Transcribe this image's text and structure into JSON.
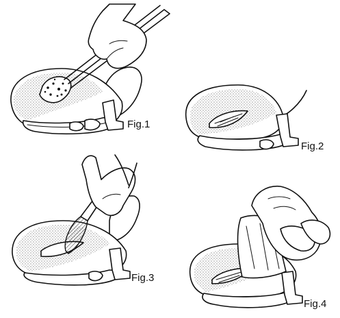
{
  "figures": [
    {
      "label": "Fig.1"
    },
    {
      "label": "Fig.2"
    },
    {
      "label": "Fig.3"
    },
    {
      "label": "Fig.4"
    }
  ]
}
